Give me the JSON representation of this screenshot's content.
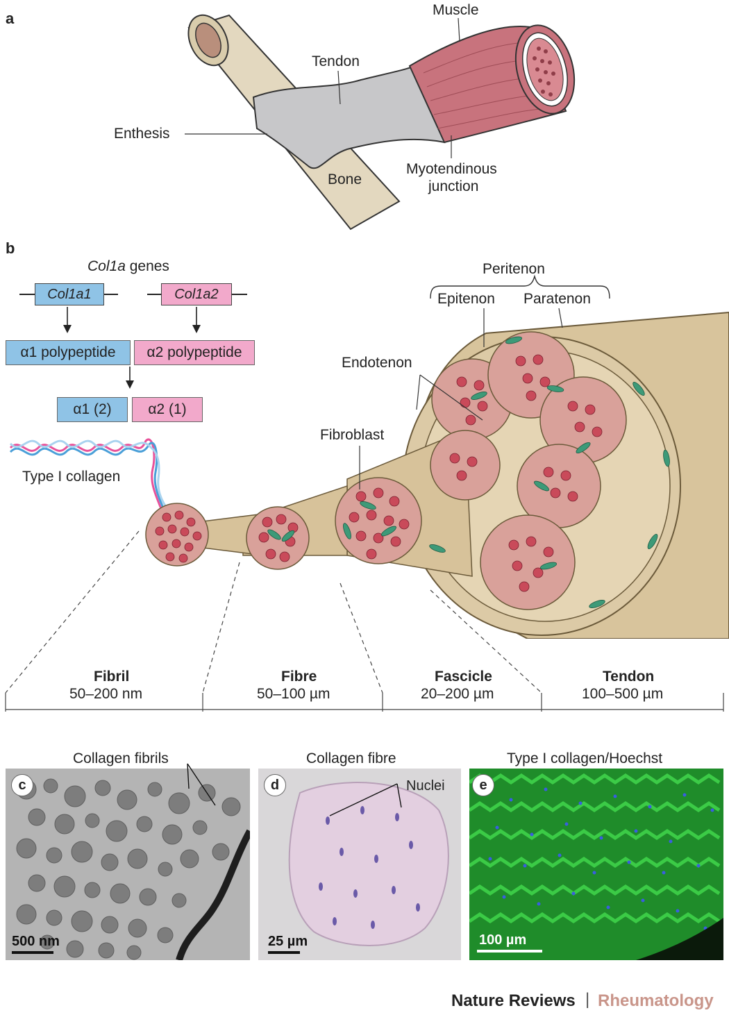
{
  "panel_a": {
    "letter": "a",
    "labels": {
      "muscle": "Muscle",
      "tendon": "Tendon",
      "enthesis": "Enthesis",
      "bone": "Bone",
      "myotendinous_line1": "Myotendinous",
      "myotendinous_line2": "junction"
    }
  },
  "panel_b": {
    "letter": "b",
    "genes_heading_italic": "Col1a",
    "genes_heading_rest": " genes",
    "gene1": "Col1a1",
    "gene2": "Col1a2",
    "polypeptide1": "α1 polypeptide",
    "polypeptide2": "α2 polypeptide",
    "chain1": "α1 (2)",
    "chain2": "α2 (1)",
    "collagen_label": "Type I collagen",
    "peritenon": "Peritenon",
    "epitenon": "Epitenon",
    "paratenon": "Paratenon",
    "endotenon": "Endotenon",
    "fibroblast": "Fibroblast",
    "scale": [
      {
        "name": "Fibril",
        "size": "50–200 nm"
      },
      {
        "name": "Fibre",
        "size": "50–100 µm"
      },
      {
        "name": "Fascicle",
        "size": "20–200 µm"
      },
      {
        "name": "Tendon",
        "size": "100–500 µm"
      }
    ]
  },
  "panel_c": {
    "letter": "c",
    "title": "Collagen fibrils",
    "scalebar": "500 nm"
  },
  "panel_d": {
    "letter": "d",
    "title": "Collagen fibre",
    "annotation": "Nuclei",
    "scalebar": "25 µm"
  },
  "panel_e": {
    "letter": "e",
    "title": "Type I collagen/Hoechst",
    "scalebar": "100 µm"
  },
  "footer": {
    "journal": "Nature Reviews",
    "separator": "|",
    "section": "Rheumatology"
  },
  "colors": {
    "bone": "#e3d8bf",
    "tendon": "#c7c7c9",
    "muscle": "#c8737d",
    "tendon_bundle": "#dccaa6",
    "fibril_dot": "#c94a5a",
    "fibroblast": "#3d9a78",
    "blue_box": "#8fc3e6",
    "pink_box": "#f2a9cb",
    "section_color": "#c9958a"
  }
}
